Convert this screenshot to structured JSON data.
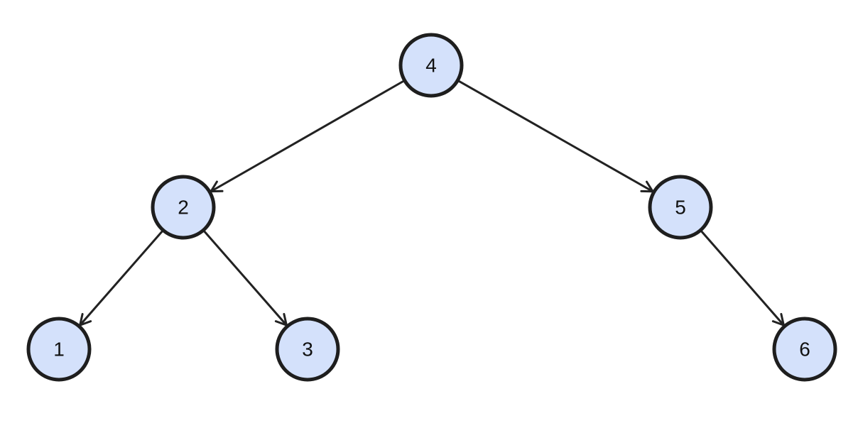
{
  "diagram": {
    "type": "binary-tree",
    "node_fill": "#d4e1fb",
    "node_stroke": "#1e1e1e",
    "edge_color": "#222222",
    "nodes": [
      {
        "id": "n4",
        "label": "4"
      },
      {
        "id": "n2",
        "label": "2"
      },
      {
        "id": "n5",
        "label": "5"
      },
      {
        "id": "n1",
        "label": "1"
      },
      {
        "id": "n3",
        "label": "3"
      },
      {
        "id": "n6",
        "label": "6"
      }
    ],
    "edges": [
      {
        "from": "n4",
        "to": "n2"
      },
      {
        "from": "n4",
        "to": "n5"
      },
      {
        "from": "n2",
        "to": "n1"
      },
      {
        "from": "n2",
        "to": "n3"
      },
      {
        "from": "n5",
        "to": "n6"
      }
    ]
  }
}
